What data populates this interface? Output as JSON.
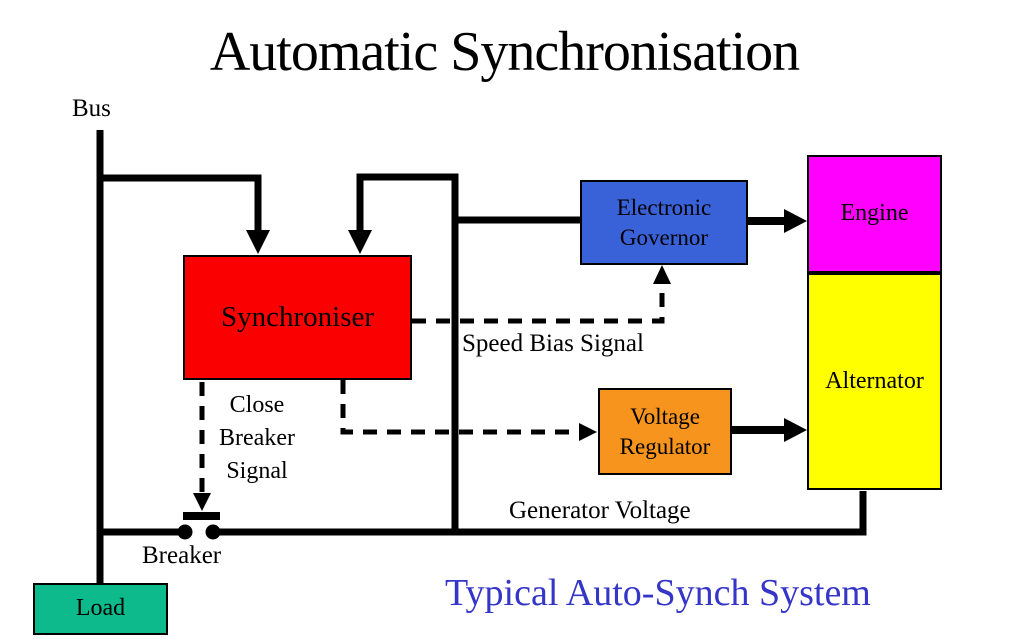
{
  "title": "Automatic Synchronisation",
  "caption": "Typical Auto-Synch System",
  "labels": {
    "bus": "Bus",
    "speed_bias": "Speed Bias Signal",
    "close_breaker": "Close Breaker Signal",
    "breaker": "Breaker",
    "generator_voltage": "Generator Voltage"
  },
  "blocks": {
    "synchroniser": {
      "label": "Synchroniser",
      "color": "#FB0000"
    },
    "electronic_governor": {
      "label": "Electronic Governor",
      "color": "#3A62D8"
    },
    "engine": {
      "label": "Engine",
      "color": "#FF00FF"
    },
    "alternator": {
      "label": "Alternator",
      "color": "#FFFF00"
    },
    "voltage_regulator": {
      "label": "Voltage Regulator",
      "color": "#F7941D"
    },
    "load": {
      "label": "Load",
      "color": "#0DBA8B"
    }
  },
  "colors": {
    "line": "#000000",
    "background": "#FFFFFF",
    "caption_text": "#3535C8"
  }
}
